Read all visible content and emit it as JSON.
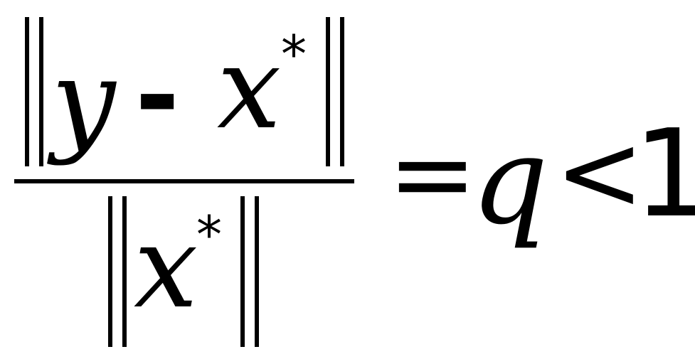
{
  "formula": {
    "numerator": {
      "var_y": "y",
      "minus": "-",
      "var_x": "x",
      "star": "*"
    },
    "denominator": {
      "var_x": "x",
      "star": "*"
    },
    "equals": "=",
    "var_q": "q",
    "less_than": "<",
    "one": "1"
  }
}
